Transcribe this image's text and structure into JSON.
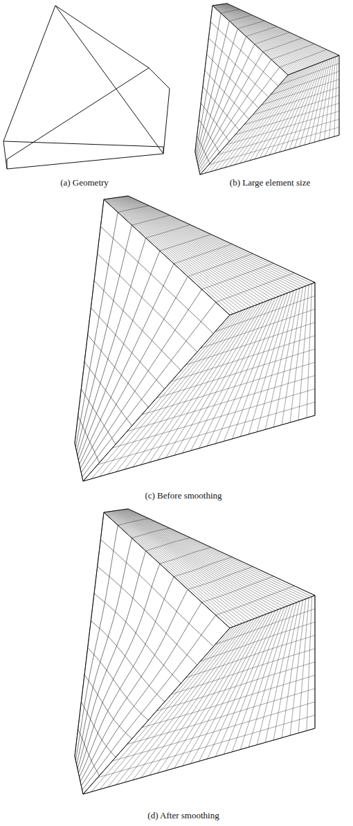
{
  "diagram": {
    "labels": [
      "(a) Geometry",
      "(b) Large element size",
      "(c) Before smoothing",
      "(d) After smoothing"
    ]
  }
}
